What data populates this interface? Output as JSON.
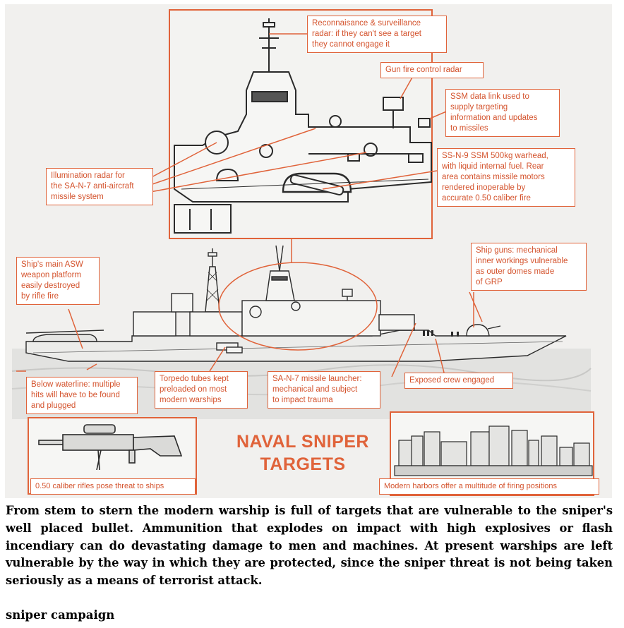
{
  "title": "NAVAL SNIPER\nTARGETS",
  "callouts": {
    "recon_radar": "Reconnaisance & surveillance\nradar: if they can't see a target\nthey cannot engage it",
    "gun_fire_control": "Gun fire control radar",
    "ssm_datalink": "SSM data link used to\nsupply targeting\ninformation and updates\nto missiles",
    "ssn9": "SS-N-9 SSM 500kg warhead,\nwith liquid internal fuel. Rear\narea contains missile motors\nrendered inoperable by\naccurate 0.50 caliber fire",
    "illumination_radar": "Illumination radar for\nthe SA-N-7 anti-aircraft\nmissile system",
    "ship_guns": "Ship guns: mechanical\ninner workings vulnerable\nas outer domes made\nof GRP",
    "asw_platform": "Ship's main ASW\nweapon platform\neasily destroyed\nby rifle fire",
    "torpedo_tubes": "Torpedo tubes kept\npreloaded on most\nmodern warships",
    "san7_launcher": "SA-N-7 missile launcher:\nmechanical and subject\nto impact trauma",
    "exposed_crew": "Exposed crew engaged",
    "below_waterline": "Below waterline: multiple\nhits will have to be found\nand plugged",
    "rifles": "0.50 caliber rifles pose threat to ships",
    "harbors": "Modern harbors offer a multitude of firing positions"
  },
  "caption": "From stem to stern the modern warship is full of targets that are vulnerable to the sniper's well placed bullet. Ammunition that explodes on impact with high explosives or flash incendiary can do devastating damage to men and machines. At present warships are left vulnerable by the way in which they are protected, since the sniper threat is not being taken seriously as a means of terrorist attack.",
  "footer": "sniper campaign",
  "colors": {
    "accent": "#e0633a",
    "callout_text": "#d4532d",
    "line_art": "#2a2a2a",
    "background": "#f1f0ee"
  }
}
